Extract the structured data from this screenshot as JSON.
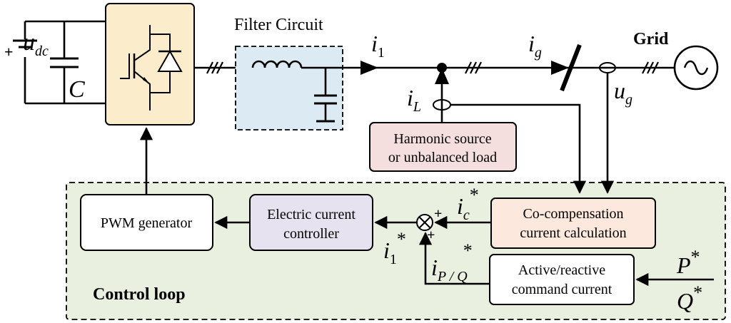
{
  "labels": {
    "filter_circuit": "Filter Circuit",
    "grid": "Grid",
    "control_loop": "Control loop",
    "C": "C"
  },
  "symbols": {
    "u": "u",
    "dc": "dc",
    "i": "i",
    "sub_1": "1",
    "sub_g": "g",
    "sub_L": "L",
    "sub_c": "c",
    "sub_PQ": "P / Q",
    "star": "*",
    "plus": "+",
    "P": "P",
    "Q": "Q"
  },
  "blocks": {
    "harmonic": {
      "line1": "Harmonic source",
      "line2": "or unbalanced load"
    },
    "pwm": "PWM generator",
    "controller": {
      "line1": "Electric current",
      "line2": "controller"
    },
    "cocomp": {
      "line1": "Co-compensation",
      "line2": "current calculation"
    },
    "command": {
      "line1": "Active/reactive",
      "line2": "command current"
    }
  },
  "colors": {
    "control_bg": "#e9f0df",
    "inverter_bg": "#fbeccb",
    "filter_bg": "#dcebf3",
    "harmonic_bg": "#f5dede",
    "controller_bg": "#e6e2ef",
    "cocomp_bg": "#fce8dc",
    "white_bg": "#ffffff"
  },
  "icons": {
    "inverter": "igbt-diode-icon",
    "grid_source": "ac-source-icon",
    "summer": "summing-junction-icon"
  }
}
